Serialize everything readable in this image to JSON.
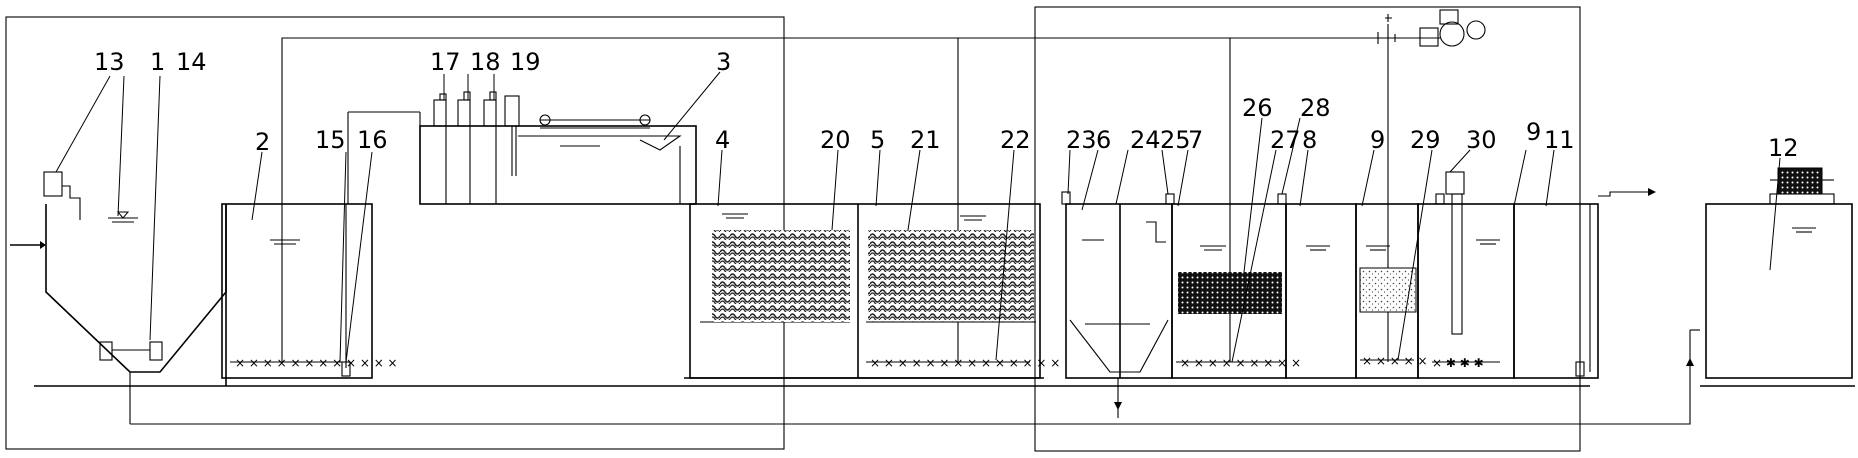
{
  "labels": {
    "l1": "1",
    "l2": "2",
    "l3": "3",
    "l4": "4",
    "l5": "5",
    "l6": "6",
    "l7": "7",
    "l8": "8",
    "l9a": "9",
    "l9b": "9",
    "l11": "11",
    "l12": "12",
    "l13": "13",
    "l14": "14",
    "l15": "15",
    "l16": "16",
    "l17": "17",
    "l18": "18",
    "l19": "19",
    "l20": "20",
    "l21": "21",
    "l22": "22",
    "l23": "23",
    "l24": "24",
    "l25": "25",
    "l26": "26",
    "l27": "27",
    "l28": "28",
    "l29": "29",
    "l30": "30"
  },
  "colors": {
    "stroke": "#000000",
    "background": "#ffffff",
    "media_fill": "#333333"
  }
}
